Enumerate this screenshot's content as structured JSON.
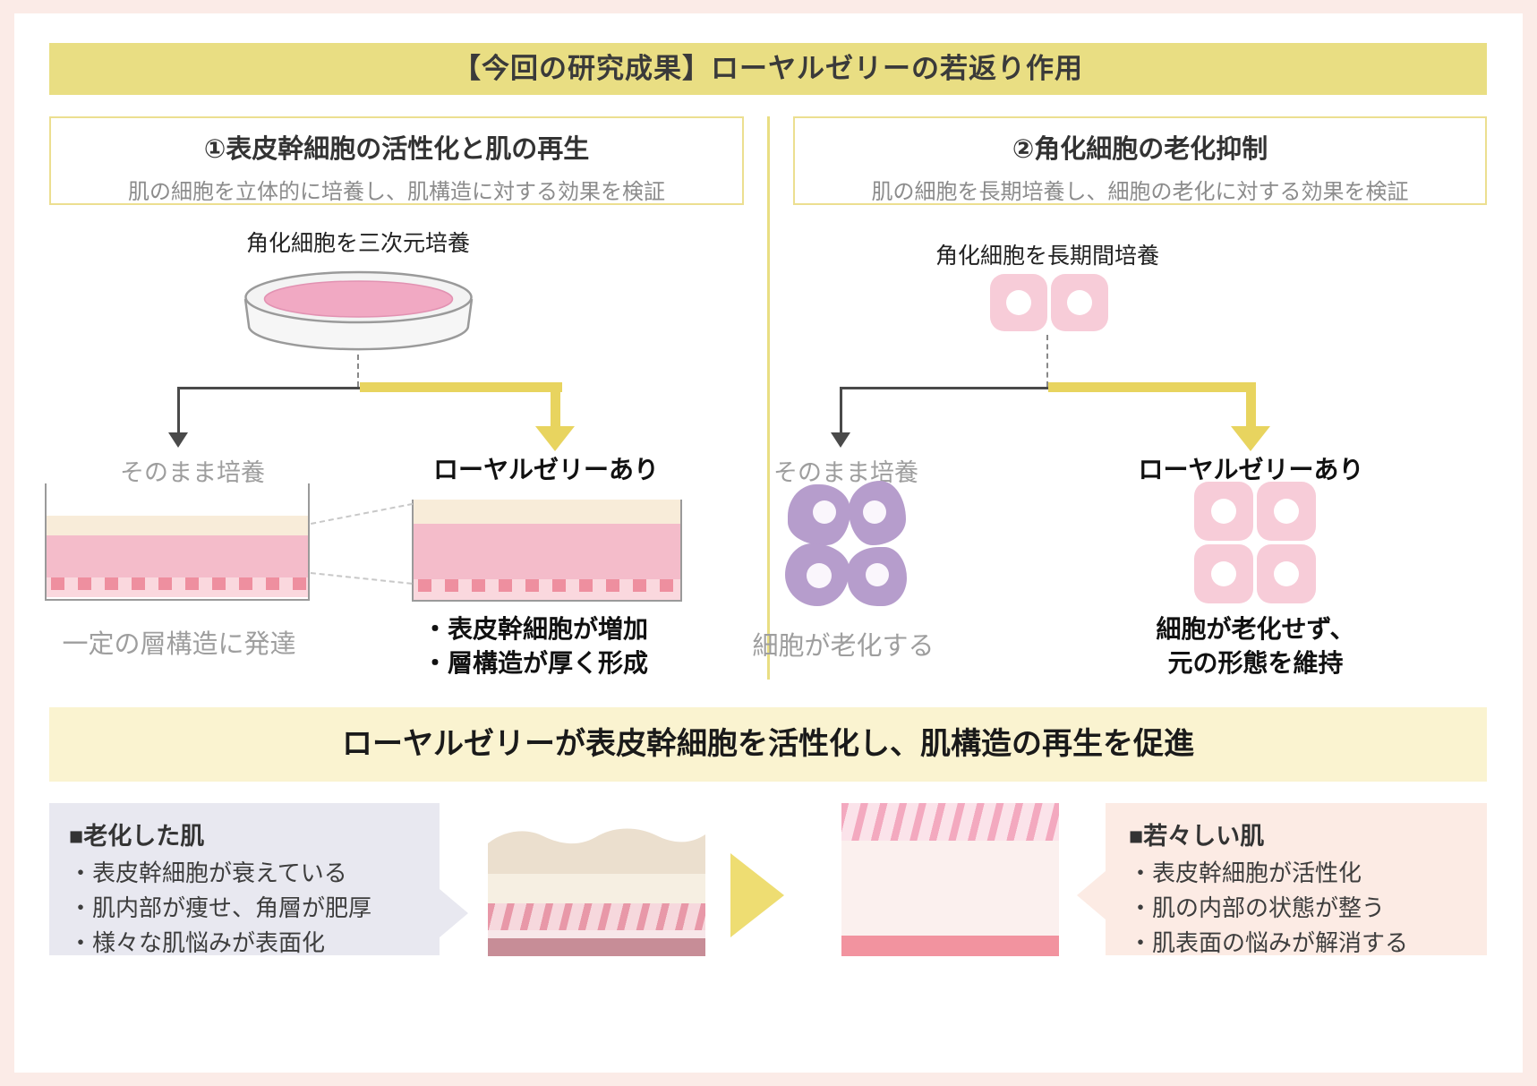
{
  "header": {
    "title": "【今回の研究成果】ローヤルゼリーの若返り作用"
  },
  "panels": {
    "left": {
      "title": "①表皮幹細胞の活性化と肌の再生",
      "subtitle": "肌の細胞を立体的に培養し、肌構造に対する効果を検証",
      "start_label": "角化細胞を三次元培養",
      "branch_plain": "そのまま培養",
      "branch_rj": "ローヤルゼリーあり",
      "result_plain": "一定の層構造に発達",
      "result_rj_lines": [
        "・表皮幹細胞が増加",
        "・層構造が厚く形成"
      ]
    },
    "right": {
      "title": "②角化細胞の老化抑制",
      "subtitle": "肌の細胞を長期培養し、細胞の老化に対する効果を検証",
      "start_label": "角化細胞を長期間培養",
      "branch_plain": "そのまま培養",
      "branch_rj": "ローヤルゼリーあり",
      "result_plain": "細胞が老化する",
      "result_rj_lines": [
        "細胞が老化せず、",
        "元の形態を維持"
      ]
    }
  },
  "conclusion": {
    "banner": "ローヤルゼリーが表皮幹細胞を活性化し、肌構造の再生を促進",
    "aged": {
      "title": "■老化した肌",
      "items": [
        "・表皮幹細胞が衰えている",
        "・肌内部が痩せ、角層が肥厚",
        "・様々な肌悩みが表面化"
      ]
    },
    "young": {
      "title": "■若々しい肌",
      "items": [
        "・表皮幹細胞が活性化",
        "・肌の内部の状態が整う",
        "・肌表面の悩みが解消する"
      ]
    }
  },
  "colors": {
    "banner_yellow": "#e9de83",
    "accent_yellow": "#e8d45f",
    "conclusion_yellow": "#faf3d0",
    "skin_pink_band": "#f4bcca",
    "cell_pink": "#f7ccd8",
    "cell_purple": "#b69dcc",
    "aged_callout_bg": "#e8e8f0",
    "young_callout_bg": "#fcebe4"
  }
}
